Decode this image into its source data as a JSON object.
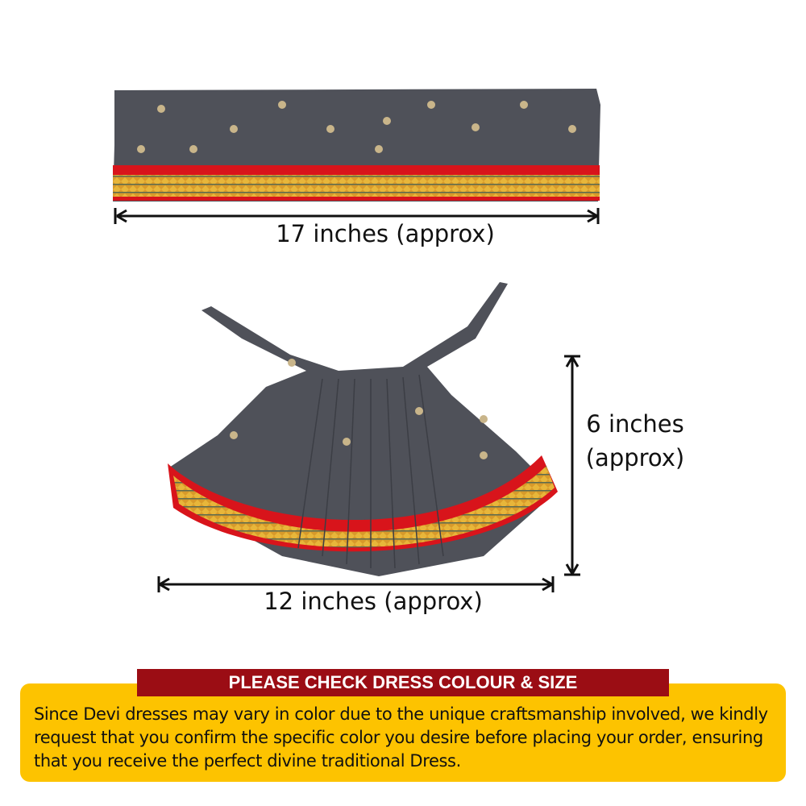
{
  "top_piece": {
    "dimension_label": "17 inches (approx)"
  },
  "skirt_piece": {
    "width_label": "12 inches (approx)",
    "height_label_line1": "6 inches",
    "height_label_line2": "(approx)"
  },
  "notice": {
    "heading": "PLEASE CHECK DRESS COLOUR & SIZE",
    "body": "Since Devi dresses may vary in color due to the unique craftsmanship involved, we kindly request that you confirm the specific color you desire before placing your order, ensuring that you receive the perfect divine traditional Dress."
  },
  "colors": {
    "fabric": "#4f5159",
    "border_red": "#d8141b",
    "border_gold": "#d89a2a",
    "banner": "#9b0d14",
    "notice_bg": "#fdc300"
  }
}
